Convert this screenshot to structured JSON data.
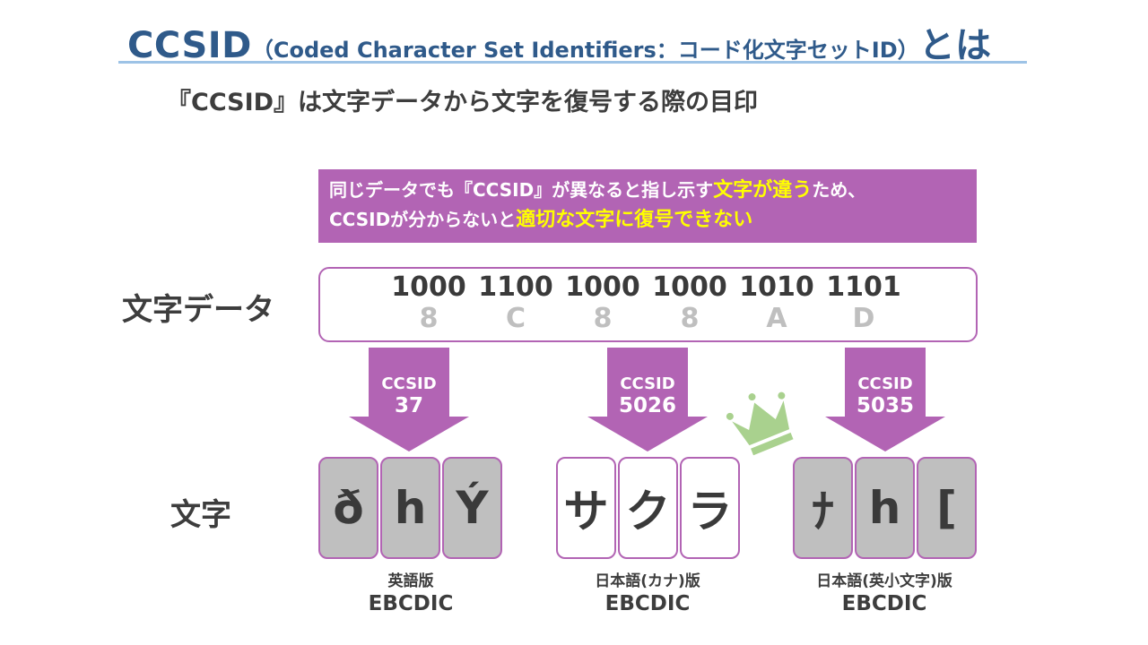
{
  "title": {
    "main": "CCSID",
    "paren": "（Coded Character Set Identifiers：コード化文字セットID）",
    "suffix": "とは"
  },
  "subtitle": "『CCSID』は文字データから文字を復号する際の目印",
  "callout": {
    "line1_a": "同じデータでも『CCSID』が異なると指し示す",
    "line1_hl": "文字が違う",
    "line1_b": "ため、",
    "line2_a": "CCSIDが分からないと",
    "line2_hl": "適切な文字に復号できない"
  },
  "labels": {
    "data": "文字データ",
    "chars": "文字"
  },
  "data_bits": [
    {
      "bits": "1000",
      "hex": "8"
    },
    {
      "bits": "1100",
      "hex": "C"
    },
    {
      "bits": "1000",
      "hex": "8"
    },
    {
      "bits": "1000",
      "hex": "8"
    },
    {
      "bits": "1010",
      "hex": "A"
    },
    {
      "bits": "1101",
      "hex": "D"
    }
  ],
  "groups": [
    {
      "ccsid_label": "CCSID",
      "ccsid_value": "37",
      "chars": [
        "ð",
        "h",
        "Ý"
      ],
      "style": "gray",
      "caption1": "英語版",
      "caption2": "EBCDIC"
    },
    {
      "ccsid_label": "CCSID",
      "ccsid_value": "5026",
      "chars": [
        "サ",
        "ク",
        "ラ"
      ],
      "style": "white",
      "caption1": "日本語(カナ)版",
      "caption2": "EBCDIC"
    },
    {
      "ccsid_label": "CCSID",
      "ccsid_value": "5035",
      "chars": [
        "ﾅ",
        "h",
        "["
      ],
      "style": "gray",
      "caption1": "日本語(英小文字)版",
      "caption2": "EBCDIC"
    }
  ],
  "colors": {
    "title": "#2f5a8a",
    "rule": "#9dc3e6",
    "accent": "#b264b4",
    "highlight": "#ffff00",
    "crown": "#a9d18e",
    "cell_gray": "#bfbfbf"
  },
  "icons": {
    "crown": "crown-icon"
  }
}
